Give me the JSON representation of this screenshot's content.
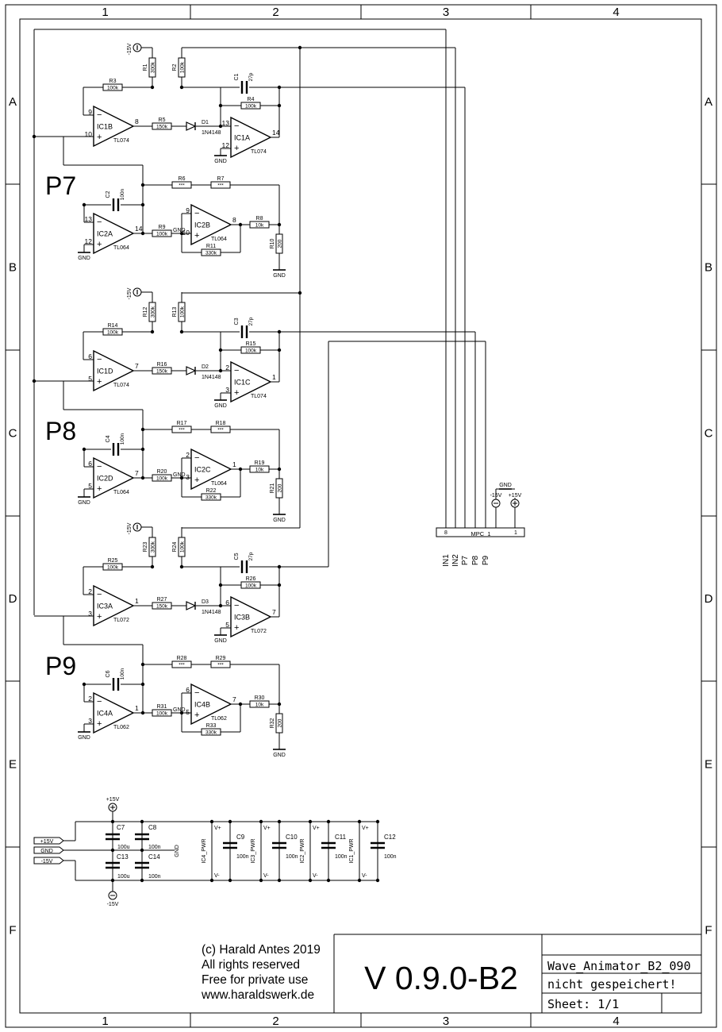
{
  "sheet": {
    "columns": [
      "1",
      "2",
      "3",
      "4"
    ],
    "rows": [
      "A",
      "B",
      "C",
      "D",
      "E",
      "F"
    ]
  },
  "section_labels": [
    "P7",
    "P8",
    "P9"
  ],
  "stages": [
    {
      "input_res": "R3",
      "input_res_val": "100k",
      "opamp1": "IC1B",
      "op1_pin_neg": "9",
      "op1_pin_pos": "10",
      "op1_pin_out": "8",
      "op1_type": "TL074",
      "res_mid": "R5",
      "res_mid_val": "150k",
      "diode": "D1",
      "diode_type": "1N4148",
      "opamp2": "IC1A",
      "op2_pin_neg": "13",
      "op2_pin_pos": "12",
      "op2_pin_out": "14",
      "op2_type": "TL074",
      "r_a": "R1",
      "r_a_val": "300k",
      "r_b": "R2",
      "r_b_val": "100k",
      "cap": "C1",
      "cap_val": "27p",
      "res_fb": "R4",
      "res_fb_val": "100k",
      "neg_supply": "-15V",
      "gnd": "GND",
      "opamp3": "IC2A",
      "op3_pin_neg": "13",
      "op3_pin_pos": "12",
      "op3_pin_out": "14",
      "op3_type": "TL064",
      "cap2": "C2",
      "cap2_val": "100n",
      "res9": "R9",
      "res9_val": "100k",
      "opamp4": "IC2B",
      "op4_pin_neg": "9",
      "op4_pin_pos": "10",
      "op4_pin_out": "8",
      "op4_type": "TL064",
      "r6": "R6",
      "r6_val": "***",
      "r7": "R7",
      "r7_val": "***",
      "r8": "R8",
      "r8_val": "10k",
      "r10": "R10",
      "r10_val": "200",
      "r11": "R11",
      "r11_val": "330k"
    },
    {
      "input_res": "R14",
      "input_res_val": "100k",
      "opamp1": "IC1D",
      "op1_pin_neg": "6",
      "op1_pin_pos": "5",
      "op1_pin_out": "7",
      "op1_type": "TL074",
      "res_mid": "R16",
      "res_mid_val": "150k",
      "diode": "D2",
      "diode_type": "1N4148",
      "opamp2": "IC1C",
      "op2_pin_neg": "2",
      "op2_pin_pos": "3",
      "op2_pin_out": "1",
      "op2_type": "TL074",
      "r_a": "R12",
      "r_a_val": "300k",
      "r_b": "R13",
      "r_b_val": "100k",
      "cap": "C3",
      "cap_val": "27p",
      "res_fb": "R15",
      "res_fb_val": "100k",
      "neg_supply": "-15V",
      "gnd": "GND",
      "opamp3": "IC2D",
      "op3_pin_neg": "6",
      "op3_pin_pos": "5",
      "op3_pin_out": "7",
      "op3_type": "TL064",
      "cap2": "C4",
      "cap2_val": "100n",
      "res9": "R20",
      "res9_val": "100k",
      "opamp4": "IC2C",
      "op4_pin_neg": "2",
      "op4_pin_pos": "3",
      "op4_pin_out": "1",
      "op4_type": "TL064",
      "r6": "R17",
      "r6_val": "***",
      "r7": "R18",
      "r7_val": "***",
      "r8": "R19",
      "r8_val": "10k",
      "r10": "R21",
      "r10_val": "200",
      "r11": "R22",
      "r11_val": "330k"
    },
    {
      "input_res": "R25",
      "input_res_val": "100k",
      "opamp1": "IC3A",
      "op1_pin_neg": "2",
      "op1_pin_pos": "3",
      "op1_pin_out": "1",
      "op1_type": "TL072",
      "res_mid": "R27",
      "res_mid_val": "150k",
      "diode": "D3",
      "diode_type": "1N4148",
      "opamp2": "IC3B",
      "op2_pin_neg": "6",
      "op2_pin_pos": "5",
      "op2_pin_out": "7",
      "op2_type": "TL072",
      "r_a": "R23",
      "r_a_val": "300k",
      "r_b": "R24",
      "r_b_val": "100k",
      "cap": "C5",
      "cap_val": "27p",
      "res_fb": "R26",
      "res_fb_val": "100k",
      "neg_supply": "-15V",
      "gnd": "GND",
      "opamp3": "IC4A",
      "op3_pin_neg": "2",
      "op3_pin_pos": "3",
      "op3_pin_out": "1",
      "op3_type": "TL062",
      "cap2": "C6",
      "cap2_val": "100n",
      "res9": "R31",
      "res9_val": "100k",
      "opamp4": "IC4B",
      "op4_pin_neg": "6",
      "op4_pin_pos": "5",
      "op4_pin_out": "7",
      "op4_type": "TL062",
      "r6": "R28",
      "r6_val": "***",
      "r7": "R29",
      "r7_val": "***",
      "r8": "R30",
      "r8_val": "10k",
      "r10": "R32",
      "r10_val": "200",
      "r11": "R33",
      "r11_val": "330k"
    }
  ],
  "connector": {
    "name": "MPC_1",
    "pin_first": "8",
    "pin_last": "1",
    "signals": [
      "IN1",
      "IN2",
      "P7",
      "P8",
      "P9"
    ],
    "gnd": "GND",
    "neg": "-15V",
    "pos": "+15V"
  },
  "power": {
    "plus": "+15V",
    "minus": "-15V",
    "gnd": "GND",
    "gnd_vertical": "GND",
    "ports": [
      "+15V",
      "GND",
      "-15V"
    ],
    "caps": [
      {
        "name": "C7",
        "val": "100u"
      },
      {
        "name": "C8",
        "val": "100n"
      },
      {
        "name": "C13",
        "val": "100u"
      },
      {
        "name": "C14",
        "val": "100n"
      }
    ],
    "vplus": "V+",
    "vminus": "V-",
    "pwr_blocks": [
      {
        "label": "IC4_PWR",
        "cap": "C9",
        "val": "100n"
      },
      {
        "label": "IC3_PWR",
        "cap": "C10",
        "val": "100n"
      },
      {
        "label": "IC2_PWR",
        "cap": "C11",
        "val": "100n"
      },
      {
        "label": "IC1_PWR",
        "cap": "C12",
        "val": "100n"
      }
    ]
  },
  "title_block": {
    "copyright": "(c) Harald Antes 2019",
    "rights": "All rights reserved",
    "license": "Free for private use",
    "website": "www.haraldswerk.de",
    "version": "V 0.9.0-B2",
    "filename": "Wave_Animator_B2_090",
    "save_state": "nicht gespeichert!",
    "sheet": "Sheet: 1/1"
  }
}
